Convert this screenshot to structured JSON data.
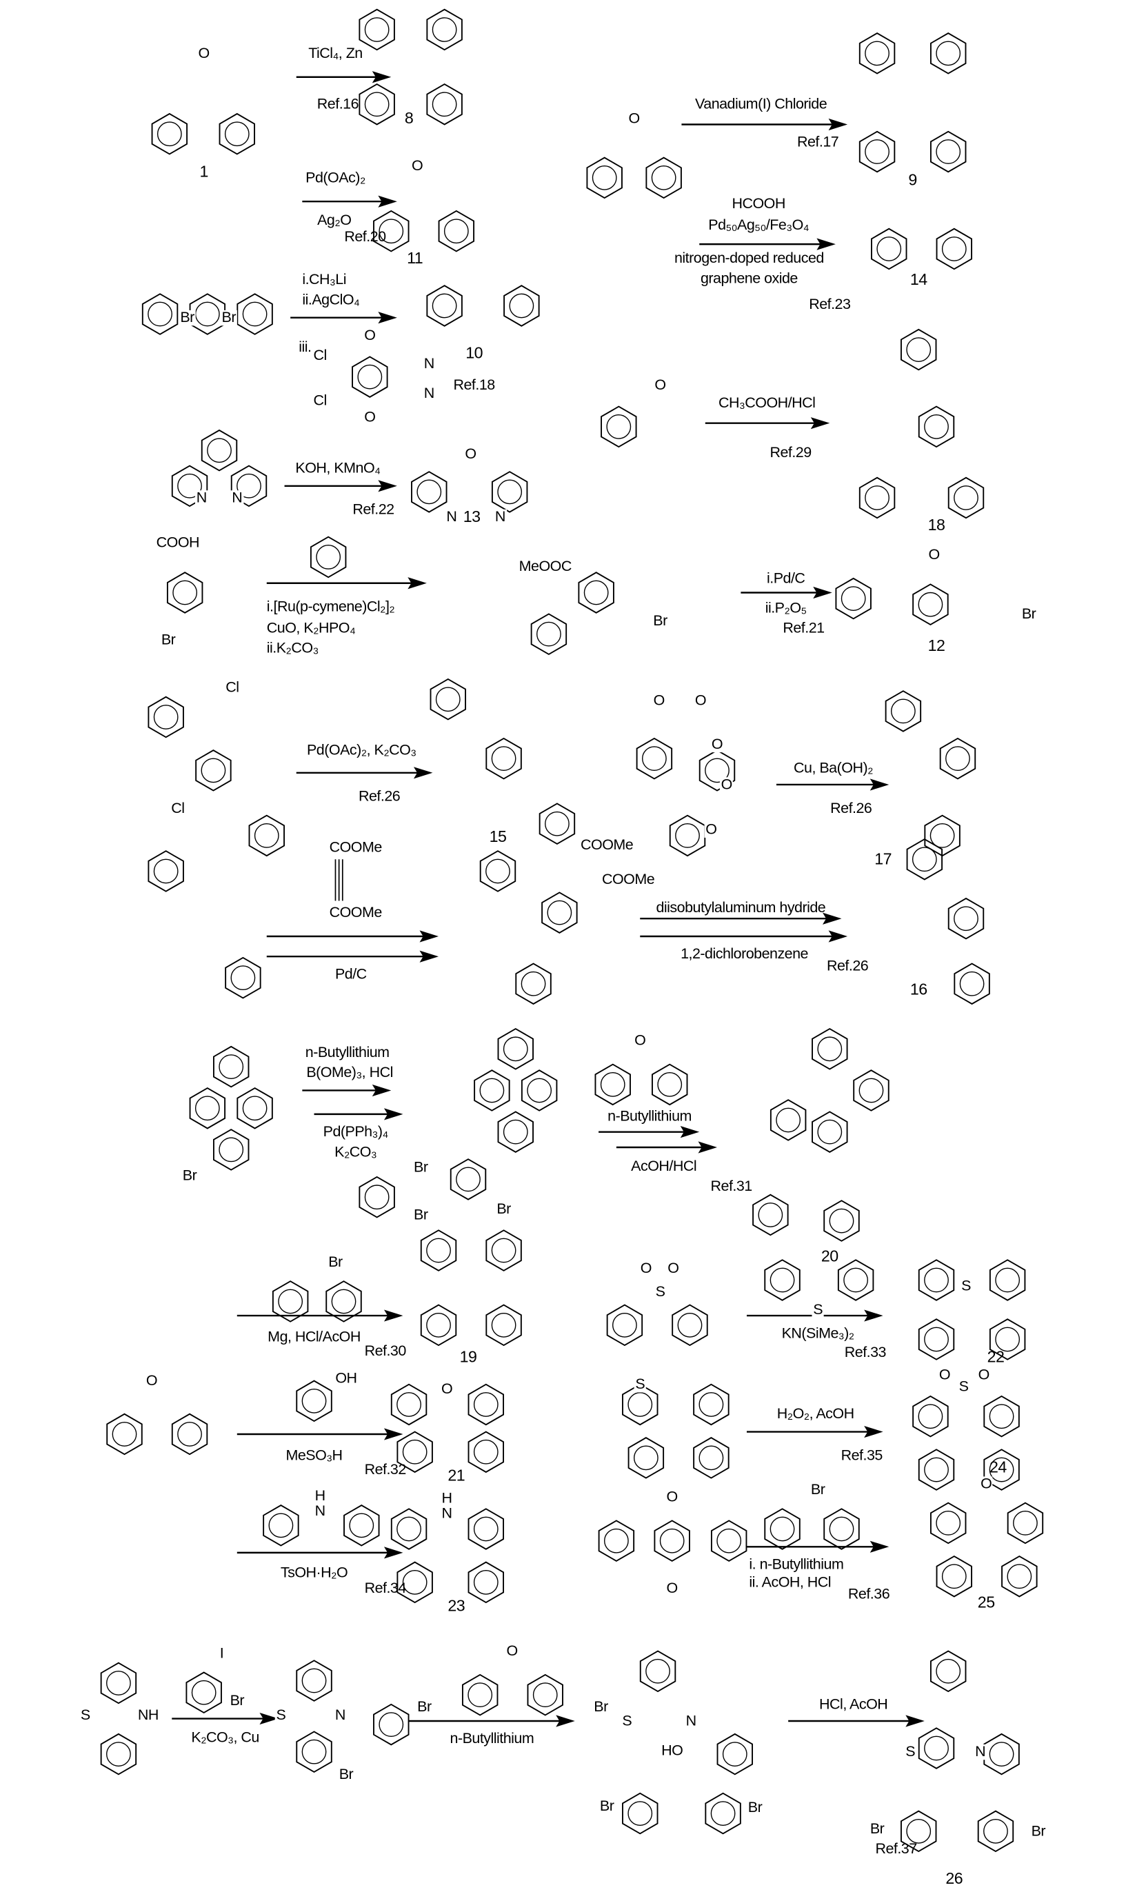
{
  "compounds": {
    "c1": "1",
    "c8": "8",
    "c9": "9",
    "c10": "10",
    "c11": "11",
    "c12": "12",
    "c13": "13",
    "c14": "14",
    "c15": "15",
    "c16": "16",
    "c17": "17",
    "c18": "18",
    "c19": "19",
    "c20": "20",
    "c21": "21",
    "c22": "22",
    "c23": "23",
    "c24": "24",
    "c25": "25",
    "c26": "26"
  },
  "reagents": {
    "r8": "TiCl₄, Zn",
    "r9": "Vanadium(I) Chloride",
    "r11a": "Pd(OAc)₂",
    "r11b": "Ag₂O",
    "r14a": "HCOOH",
    "r14b": "Pd₅₀Ag₅₀/Fe₃O₄",
    "r14c": "nitrogen-doped reduced",
    "r14d": "graphene oxide",
    "r10a": "i.CH₃Li",
    "r10b": "ii.AgClO₄",
    "r10c": "iii.",
    "r18": "CH₃COOH/HCl",
    "r13": "KOH, KMnO₄",
    "r12a": "i.[Ru(p-cymene)Cl₂]₂",
    "r12b": "CuO, K₂HPO₄",
    "r12c": "ii.K₂CO₃",
    "r12d": "i.Pd/C",
    "r12e": "ii.P₂O₅",
    "r15": "Pd(OAc)₂, K₂CO₃",
    "r17": "Cu, Ba(OH)₂",
    "r16a": "Pd/C",
    "r16b": "diisobutylaluminum hydride",
    "r16c": "1,2-dichlorobenzene",
    "r20a": "n-Butyllithium",
    "r20b": "B(OMe)₃, HCl",
    "r20c": "Pd(PPh₃)₄",
    "r20d": "K₂CO₃",
    "r20e": "n-Butyllithium",
    "r20f": "AcOH/HCl",
    "r19": "Mg, HCl/AcOH",
    "r22": "KN(SiMe₃)₂",
    "r21": "MeSO₃H",
    "r24": "H₂O₂, AcOH",
    "r23": "TsOH·H₂O",
    "r25a": "i. n-Butyllithium",
    "r25b": "ii. AcOH, HCl",
    "r26a": "K₂CO₃, Cu",
    "r26b": "n-Butyllithium",
    "r26c": "HCl, AcOH"
  },
  "refs": {
    "ref16": "Ref.16",
    "ref17": "Ref.17",
    "ref20": "Ref.20",
    "ref23": "Ref.23",
    "ref18": "Ref.18",
    "ref29": "Ref.29",
    "ref22": "Ref.22",
    "ref21": "Ref.21",
    "ref26a": "Ref.26",
    "ref26b": "Ref.26",
    "ref26c": "Ref.26",
    "ref31": "Ref.31",
    "ref30": "Ref.30",
    "ref33": "Ref.33",
    "ref32": "Ref.32",
    "ref35": "Ref.35",
    "ref34": "Ref.34",
    "ref36": "Ref.36",
    "ref37": "Ref.37"
  },
  "atoms": [
    "O",
    "O",
    "O",
    "Br",
    "Br",
    "O",
    "Cl",
    "N",
    "N",
    "Cl",
    "O",
    "O",
    "N",
    "N",
    "O",
    "N",
    "N",
    "Br",
    "COOH",
    "MeOOC",
    "Br",
    "O",
    "Br",
    "Cl",
    "Cl",
    "O",
    "O",
    "O",
    "O",
    "O",
    "COOMe",
    "COOMe",
    "COOMe",
    "COOMe",
    "Br",
    "Br",
    "Br",
    "Br",
    "O",
    "Br",
    "O",
    "O",
    "S",
    "S",
    "S",
    "O",
    "OH",
    "O",
    "S",
    "S",
    "O",
    "O",
    "H",
    "N",
    "H",
    "N",
    "O",
    "O",
    "Br",
    "O",
    "S",
    "NH",
    "I",
    "Br",
    "S",
    "N",
    "Br",
    "O",
    "Br",
    "Br",
    "S",
    "N",
    "HO",
    "Br",
    "Br",
    "S",
    "N",
    "Br",
    "Br"
  ]
}
